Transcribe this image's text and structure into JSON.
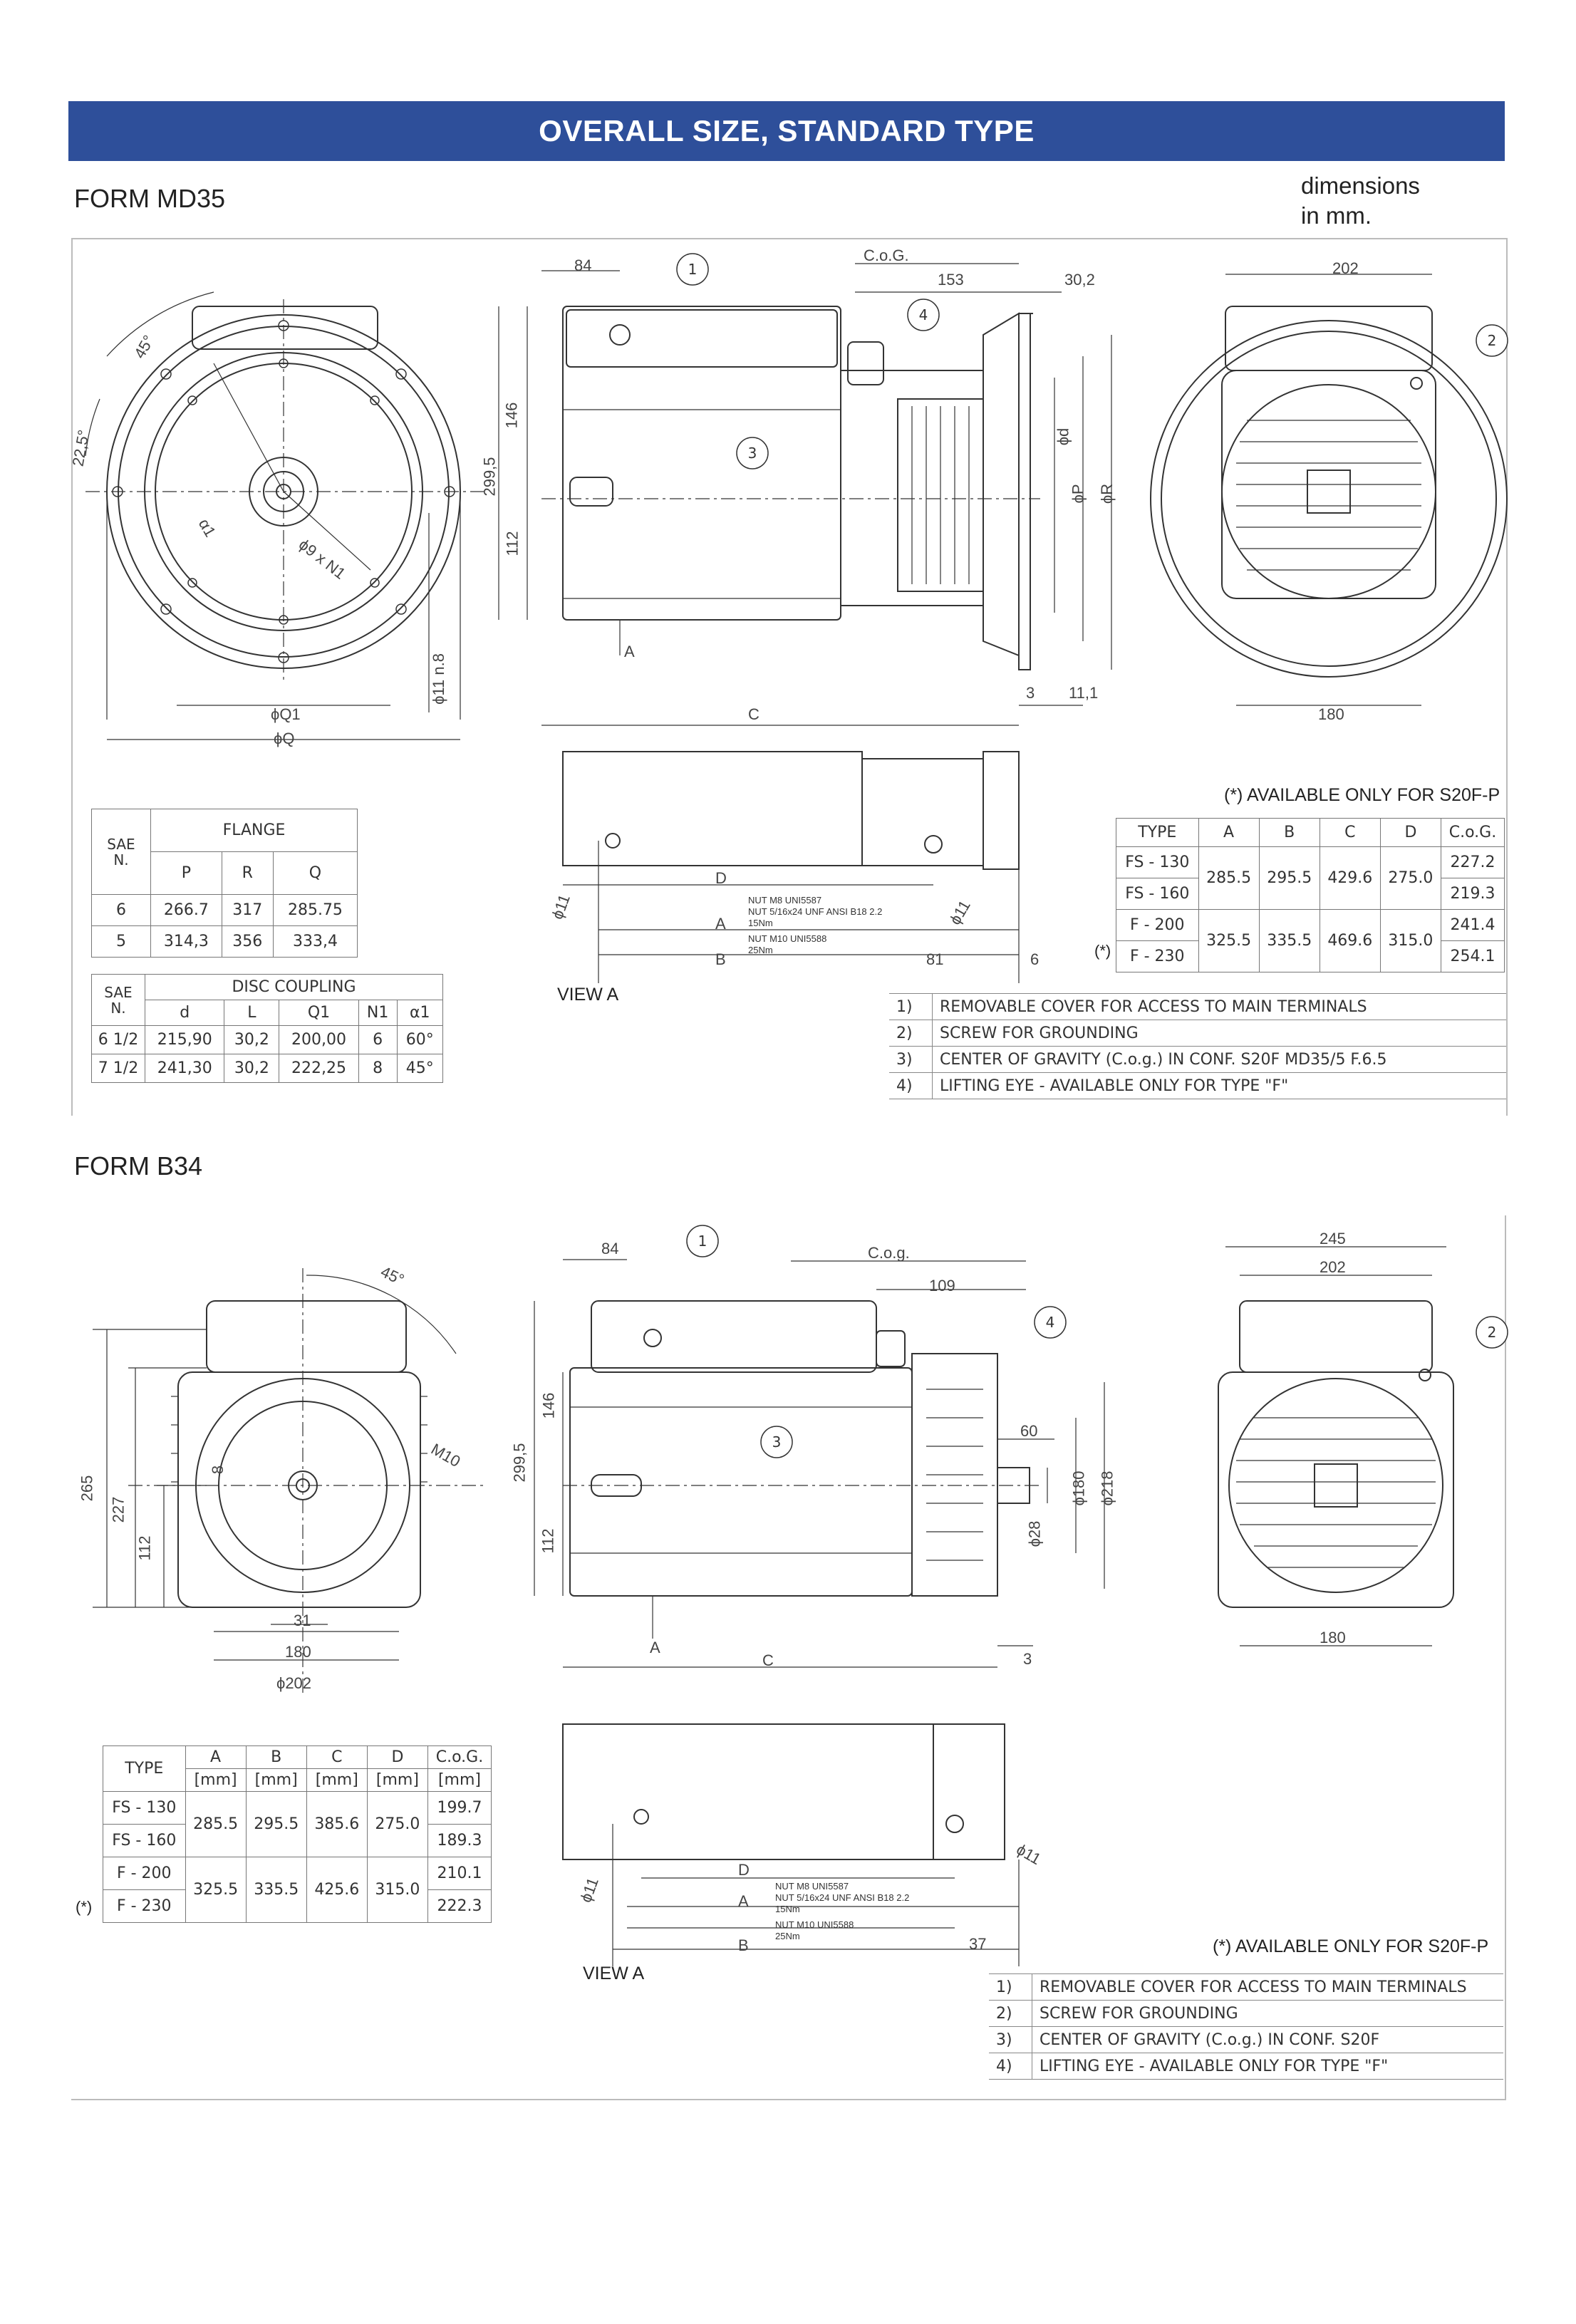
{
  "header": {
    "title": "OVERALL SIZE, STANDARD TYPE",
    "dims_note_1": "dimensions",
    "dims_note_2": "in mm."
  },
  "md35": {
    "form_label": "FORM MD35",
    "front": {
      "angle1": "45°",
      "angle2": "22,5°",
      "alpha": "α1",
      "holes": "ϕ9 x N1",
      "bolt": "ϕ11 n.8",
      "q1": "ϕQ1",
      "q": "ϕQ"
    },
    "side": {
      "d84": "84",
      "cog": "C.o.G.",
      "d153": "153",
      "d30_2": "30,2",
      "d146": "146",
      "d299_5": "299,5",
      "d112": "112",
      "phi_d": "ϕd",
      "phi_p": "ϕP",
      "phi_r": "ϕR",
      "a": "A",
      "c": "C",
      "d3": "3",
      "d11_1": "11,1"
    },
    "end": {
      "d202": "202",
      "d180": "180"
    },
    "bottom": {
      "phi11a": "ϕ11",
      "phi11b": "ϕ11",
      "d": "D",
      "a": "A",
      "b": "B",
      "d81": "81",
      "d6": "6",
      "nut1": "NUT M8 UNI5587",
      "nut2": "NUT 5/16x24 UNF ANSI B18 2.2",
      "torque1": "15Nm",
      "nut3": "NUT M10 UNI5588",
      "torque2": "25Nm"
    },
    "view": "VIEW A",
    "avail": "(*) AVAILABLE ONLY FOR S20F-P",
    "flange_table": {
      "h_sae": "SAE",
      "h_n": "N.",
      "h_group": "FLANGE",
      "cols": [
        "P",
        "R",
        "Q"
      ],
      "rows": [
        [
          "6",
          "266.7",
          "317",
          "285.75"
        ],
        [
          "5",
          "314,3",
          "356",
          "333,4"
        ]
      ]
    },
    "disc_table": {
      "h_sae": "SAE",
      "h_n": "N.",
      "h_group": "DISC COUPLING",
      "cols": [
        "d",
        "L",
        "Q1",
        "N1",
        "α1"
      ],
      "rows": [
        [
          "6 1/2",
          "215,90",
          "30,2",
          "200,00",
          "6",
          "60°"
        ],
        [
          "7 1/2",
          "241,30",
          "30,2",
          "222,25",
          "8",
          "45°"
        ]
      ]
    },
    "type_table": {
      "cols": [
        "TYPE",
        "A",
        "B",
        "C",
        "D",
        "C.o.G."
      ],
      "star": "(*)",
      "rows": [
        {
          "type": "FS - 130",
          "a": "285.5",
          "b": "295.5",
          "c": "429.6",
          "d": "275.0",
          "cog": "227.2"
        },
        {
          "type": "FS - 160",
          "cog": "219.3"
        },
        {
          "type": "F - 200",
          "a": "325.5",
          "b": "335.5",
          "c": "469.6",
          "d": "315.0",
          "cog": "241.4"
        },
        {
          "type": "F - 230",
          "cog": "254.1"
        }
      ]
    },
    "legend": [
      {
        "n": "1)",
        "t": "REMOVABLE COVER FOR ACCESS TO MAIN TERMINALS"
      },
      {
        "n": "2)",
        "t": "SCREW FOR GROUNDING"
      },
      {
        "n": "3)",
        "t": "CENTER OF GRAVITY (C.o.g.) IN CONF. S20F MD35/5 F.6.5"
      },
      {
        "n": "4)",
        "t": "LIFTING EYE - AVAILABLE ONLY FOR TYPE \"F\""
      }
    ]
  },
  "b34": {
    "form_label": "FORM B34",
    "front": {
      "angle": "45°",
      "m10": "M10",
      "d8": "8",
      "d265": "265",
      "d227": "227",
      "d112": "112",
      "d31": "31",
      "d180": "180",
      "d202": "ϕ202"
    },
    "side": {
      "d84": "84",
      "cog": "C.o.g.",
      "d109": "109",
      "d146": "146",
      "d299_5": "299,5",
      "d112": "112",
      "d60": "60",
      "phi28": "ϕ28",
      "phi180": "ϕ180",
      "phi218": "ϕ218",
      "a": "A",
      "c": "C",
      "d3": "3"
    },
    "end": {
      "d245": "245",
      "d202": "202",
      "d180": "180"
    },
    "bottom": {
      "phi11a": "ϕ11",
      "phi11b": "ϕ11",
      "d": "D",
      "a": "A",
      "b": "B",
      "d37": "37",
      "nut1": "NUT M8 UNI5587",
      "nut2": "NUT 5/16x24 UNF ANSI B18 2.2",
      "torque1": "15Nm",
      "nut3": "NUT M10 UNI5588",
      "torque2": "25Nm"
    },
    "view": "VIEW A",
    "avail": "(*) AVAILABLE ONLY FOR S20F-P",
    "type_table": {
      "cols": [
        "TYPE",
        "A",
        "B",
        "C",
        "D",
        "C.o.G."
      ],
      "unit": "[mm]",
      "star": "(*)",
      "rows": [
        {
          "type": "FS - 130",
          "a": "285.5",
          "b": "295.5",
          "c": "385.6",
          "d": "275.0",
          "cog": "199.7"
        },
        {
          "type": "FS - 160",
          "cog": "189.3"
        },
        {
          "type": "F - 200",
          "a": "325.5",
          "b": "335.5",
          "c": "425.6",
          "d": "315.0",
          "cog": "210.1"
        },
        {
          "type": "F - 230",
          "cog": "222.3"
        }
      ]
    },
    "legend": [
      {
        "n": "1)",
        "t": "REMOVABLE COVER FOR ACCESS TO MAIN TERMINALS"
      },
      {
        "n": "2)",
        "t": "SCREW FOR GROUNDING"
      },
      {
        "n": "3)",
        "t": "CENTER OF GRAVITY (C.o.g.) IN CONF. S20F"
      },
      {
        "n": "4)",
        "t": "LIFTING EYE - AVAILABLE ONLY FOR TYPE \"F\""
      }
    ]
  },
  "callouts": [
    "1",
    "2",
    "3",
    "4"
  ]
}
